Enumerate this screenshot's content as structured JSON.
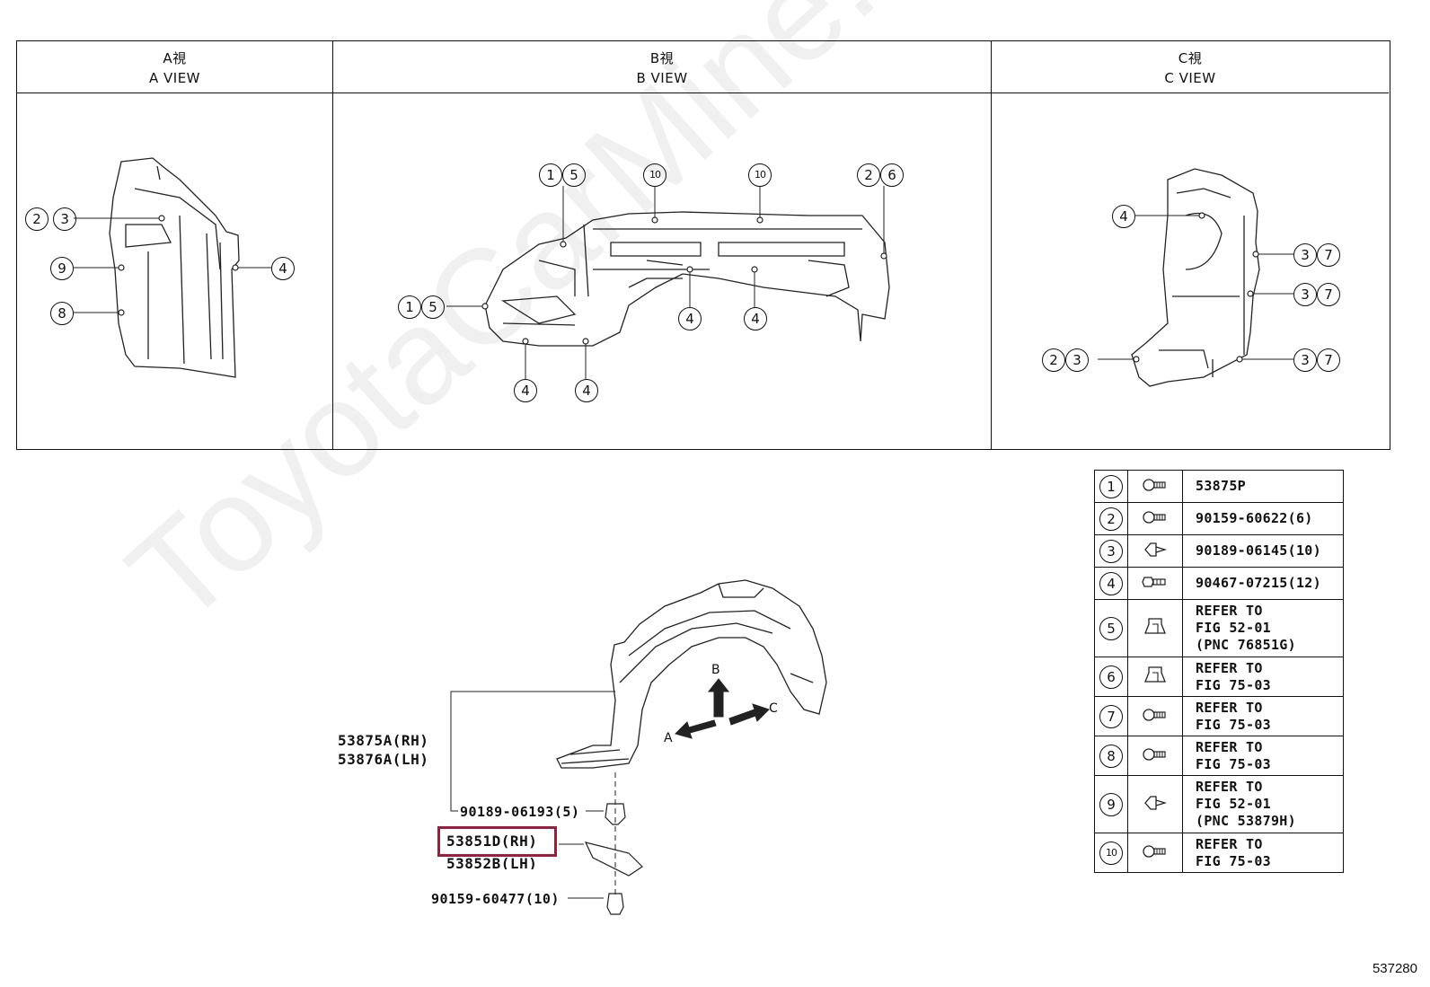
{
  "views": [
    {
      "jp": "A視",
      "en": "A VIEW"
    },
    {
      "jp": "B視",
      "en": "B VIEW"
    },
    {
      "jp": "C視",
      "en": "C VIEW"
    }
  ],
  "callouts": {
    "a": [
      "2",
      "3",
      "9",
      "8",
      "4"
    ],
    "b": [
      "1",
      "5",
      "10",
      "10",
      "2",
      "6",
      "1",
      "5",
      "4",
      "4",
      "4",
      "4"
    ],
    "c": [
      "4",
      "3",
      "7",
      "3",
      "7",
      "2",
      "3",
      "3",
      "7"
    ]
  },
  "parts": {
    "liner_rh": "53875A(RH)",
    "liner_lh": "53876A(LH)",
    "clip_top": "90189-06193(5)",
    "seal_rh": "53851D(RH)",
    "seal_lh": "53852B(LH)",
    "screw_bottom": "90159-60477(10)"
  },
  "arrows": {
    "a": "A",
    "b": "B",
    "c": "C"
  },
  "legend": [
    {
      "num": "1",
      "icon": "screw-icon",
      "lines": [
        "53875P"
      ]
    },
    {
      "num": "2",
      "icon": "screw-icon",
      "lines": [
        "90159-60622(6)"
      ]
    },
    {
      "num": "3",
      "icon": "clip-icon",
      "lines": [
        "90189-06145(10)"
      ]
    },
    {
      "num": "4",
      "icon": "bolt-icon",
      "lines": [
        "90467-07215(12)"
      ]
    },
    {
      "num": "5",
      "icon": "fastener-icon",
      "lines": [
        "REFER TO",
        "FIG 52-01",
        "(PNC 76851G)"
      ]
    },
    {
      "num": "6",
      "icon": "fastener-icon",
      "lines": [
        "REFER TO",
        "FIG 75-03"
      ]
    },
    {
      "num": "7",
      "icon": "screw-icon",
      "lines": [
        "REFER TO",
        "FIG 75-03"
      ]
    },
    {
      "num": "8",
      "icon": "screw-icon",
      "lines": [
        "REFER TO",
        "FIG 75-03"
      ]
    },
    {
      "num": "9",
      "icon": "clip-icon",
      "lines": [
        "REFER TO",
        "FIG 52-01",
        "(PNC 53879H)"
      ]
    },
    {
      "num": "10",
      "icon": "screw-icon",
      "lines": [
        "REFER TO",
        "FIG 75-03"
      ]
    }
  ],
  "watermark": "ToyotaCarMine.ru",
  "figure_number": "537280"
}
